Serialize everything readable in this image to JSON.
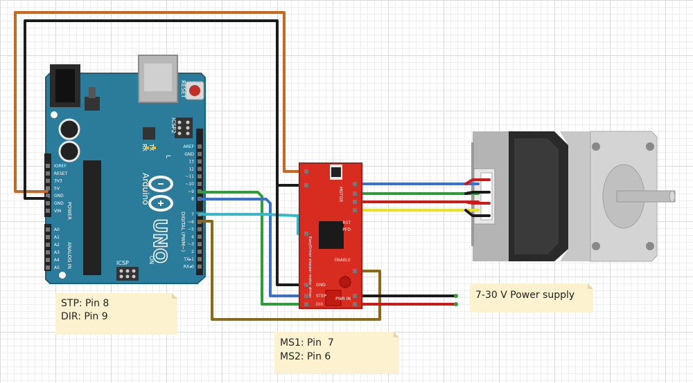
{
  "arduino": {
    "brand": "Arduino",
    "model": "UNO",
    "reset_label": "RESET",
    "icsp2_label": "ICSP2",
    "icsp_label": "ICSP",
    "tx_label": "TX",
    "rx_label": "RX",
    "l_label": "L",
    "on_label": "ON",
    "digital_label": "DIGITAL (PWM~)",
    "power_label": "POWER",
    "analog_label": "ANALOG IN",
    "power_pins": [
      "IOREF",
      "RESET",
      "3V3",
      "5V",
      "GND",
      "GND",
      "VIN"
    ],
    "analog_pins": [
      "A0",
      "A1",
      "A2",
      "A3",
      "A4",
      "A5"
    ],
    "digital_pins": [
      "AREF",
      "GND",
      "13",
      "12",
      "~11",
      "~10",
      "~9",
      "8",
      "7",
      "~6",
      "~5",
      "4",
      "~3",
      "2",
      "TX▸1",
      "RX◂0"
    ]
  },
  "driver": {
    "name": "EasyDriver stepper motor driver",
    "motor_label": "MOTOR",
    "pins_left": [
      "GND",
      "STEP",
      "DIR"
    ],
    "pins_right": [
      "PWR IN",
      "ENABLE",
      "PFD",
      "RST"
    ]
  },
  "notes": {
    "pins_left": {
      "line1": "STP: Pin 8",
      "line2": "DIR: Pin 9"
    },
    "power": {
      "line1": "7-30 V Power supply"
    },
    "ms": {
      "line1": "MS1: Pin  7",
      "line2": "MS2: Pin 6"
    }
  },
  "colors": {
    "arduino_board": "#2b7b9a",
    "driver_board": "#d82c20",
    "wire_orange": "#c8691f",
    "wire_black": "#1a1a1a",
    "wire_green": "#2e9e3a",
    "wire_blue": "#3a72c8",
    "wire_cyan": "#35b8c8",
    "wire_brown": "#8a6a16",
    "wire_red": "#d01818",
    "wire_yellow": "#e8e020",
    "note_fill": "#fdf2d0"
  }
}
